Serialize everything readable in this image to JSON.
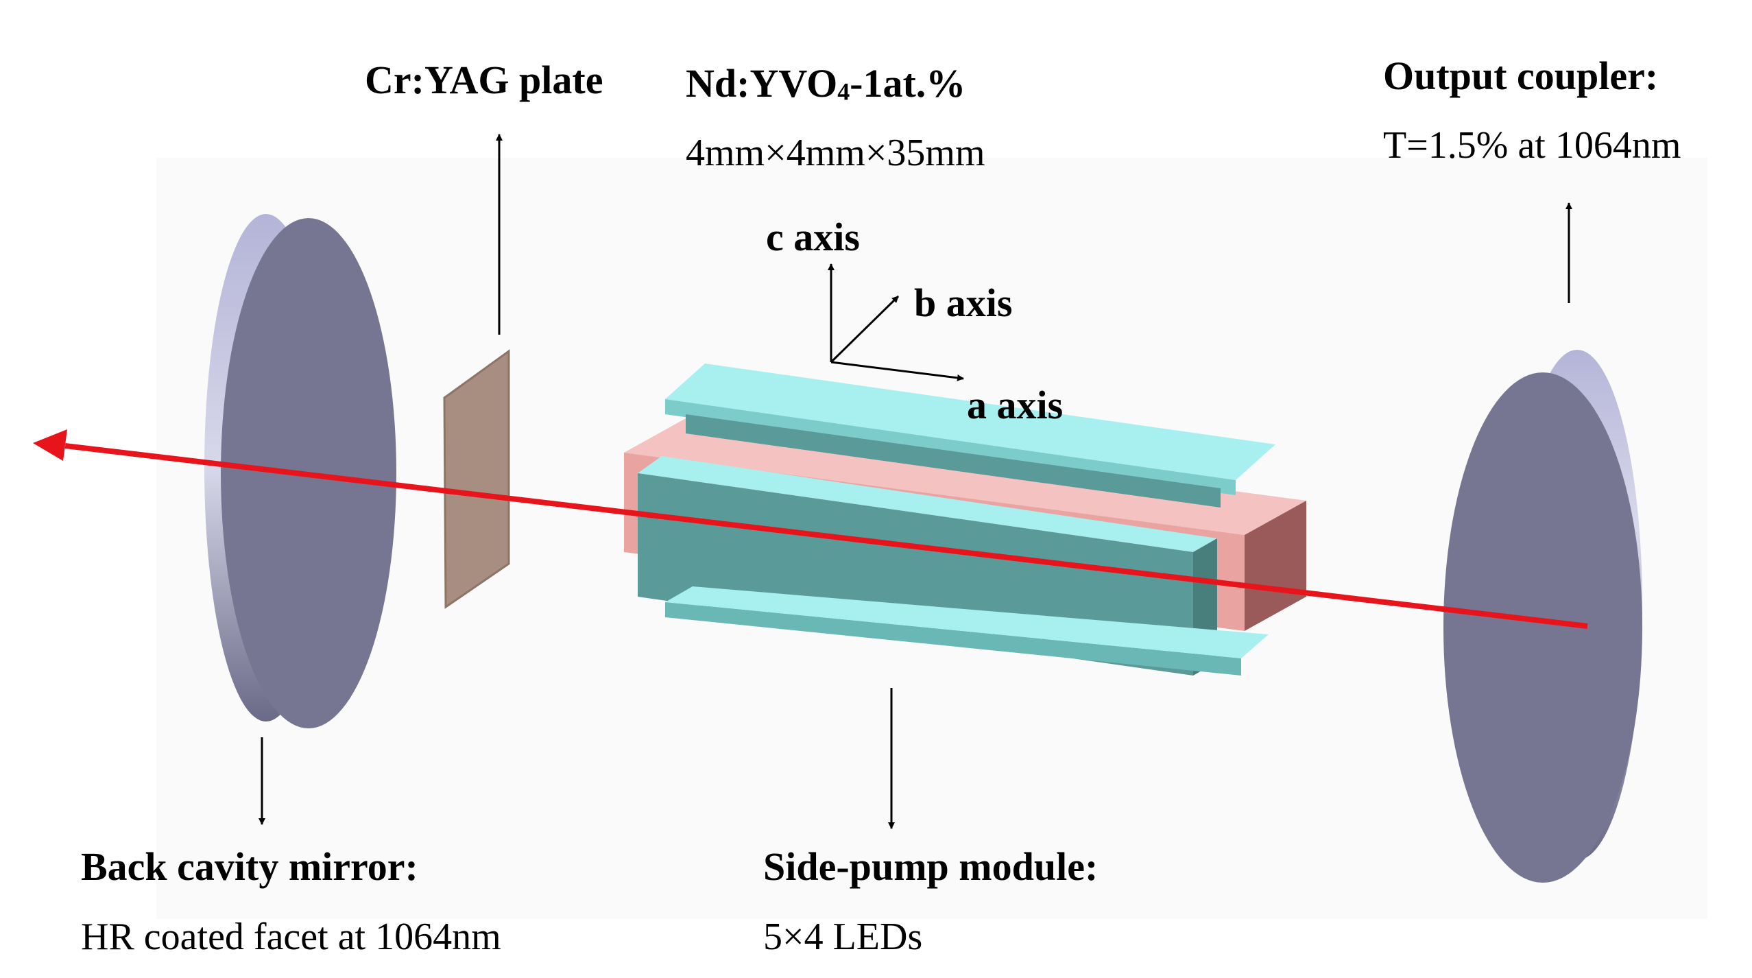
{
  "labels": {
    "crystal_title_main": "Nd:YVO",
    "crystal_title_subscript": "4",
    "crystal_title_suffix": "-1at.%",
    "crystal_size": "4mm×4mm×35mm",
    "cr_yag": "Cr:YAG plate",
    "output_coupler_title": "Output coupler:",
    "output_coupler_spec": "T=1.5% at 1064nm",
    "back_mirror_title": "Back cavity mirror:",
    "back_mirror_spec": "HR coated facet at 1064nm",
    "pump_title": "Side-pump module:",
    "pump_spec": "5×4 LEDs",
    "c_axis": "c axis",
    "b_axis": "b axis",
    "a_axis": "a axis"
  },
  "colors": {
    "mirror_face": "#767692",
    "mirror_rim_light": "#b4b4d8",
    "mirror_rim_dark": "#5a5a74",
    "cr_yag": "#a88e80",
    "crystal": "#e9a4a2",
    "pump_light": "#a8f0f0",
    "pump_dark": "#5a9a98",
    "beam": "#e8141c",
    "background_panel": "#fafafa"
  }
}
